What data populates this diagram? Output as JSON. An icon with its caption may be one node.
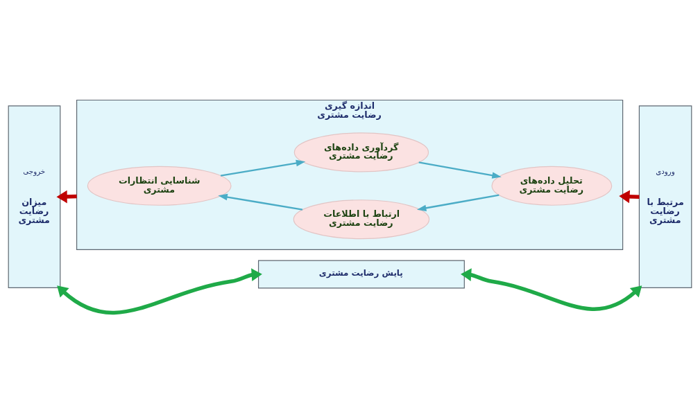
{
  "diagram": {
    "nodes": [
      {
        "text": [
          "ورودی",
          "مرتبط با رضایت مشتری"
        ]
      },
      {
        "text": [
          "اندازه گیری رضایت مشتری"
        ]
      },
      {
        "text": [
          "گردآوری داده‌های رضایت مشتری"
        ],
        "in": 1
      },
      {
        "text": [
          "تحلیل داده‌های رضایت مشتری"
        ],
        "in": 1
      },
      {
        "text": [
          "ارتباط با اطلاعات رضایت مشتری"
        ],
        "in": 1
      },
      {
        "text": [
          "شناسایی انتظارات مشتری"
        ],
        "in": 1
      },
      {
        "text": [
          "خروجی",
          "میزان رضایت مشتری"
        ]
      },
      {
        "text": [
          "پایش رضایت مشتری"
        ]
      }
    ],
    "edges": [
      {
        "from": 0,
        "to": 1,
        "arrow": "to",
        "style": "thick",
        "color": "#c00000"
      },
      {
        "from": 1,
        "to": 6,
        "arrow": "to",
        "style": "thick",
        "color": "#c00000"
      },
      {
        "from": 2,
        "to": 3,
        "arrow": "to"
      },
      {
        "from": 3,
        "to": 4,
        "arrow": "to"
      },
      {
        "from": 4,
        "to": 5,
        "arrow": "to"
      },
      {
        "from": 5,
        "to": 2,
        "arrow": "to"
      },
      {
        "from": 6,
        "to": 7,
        "arrow": "both",
        "style": "thick",
        "color": "#1faa48"
      },
      {
        "from": 7,
        "to": 0,
        "arrow": "both",
        "style": "thick",
        "color": "#1faa48"
      }
    ]
  }
}
